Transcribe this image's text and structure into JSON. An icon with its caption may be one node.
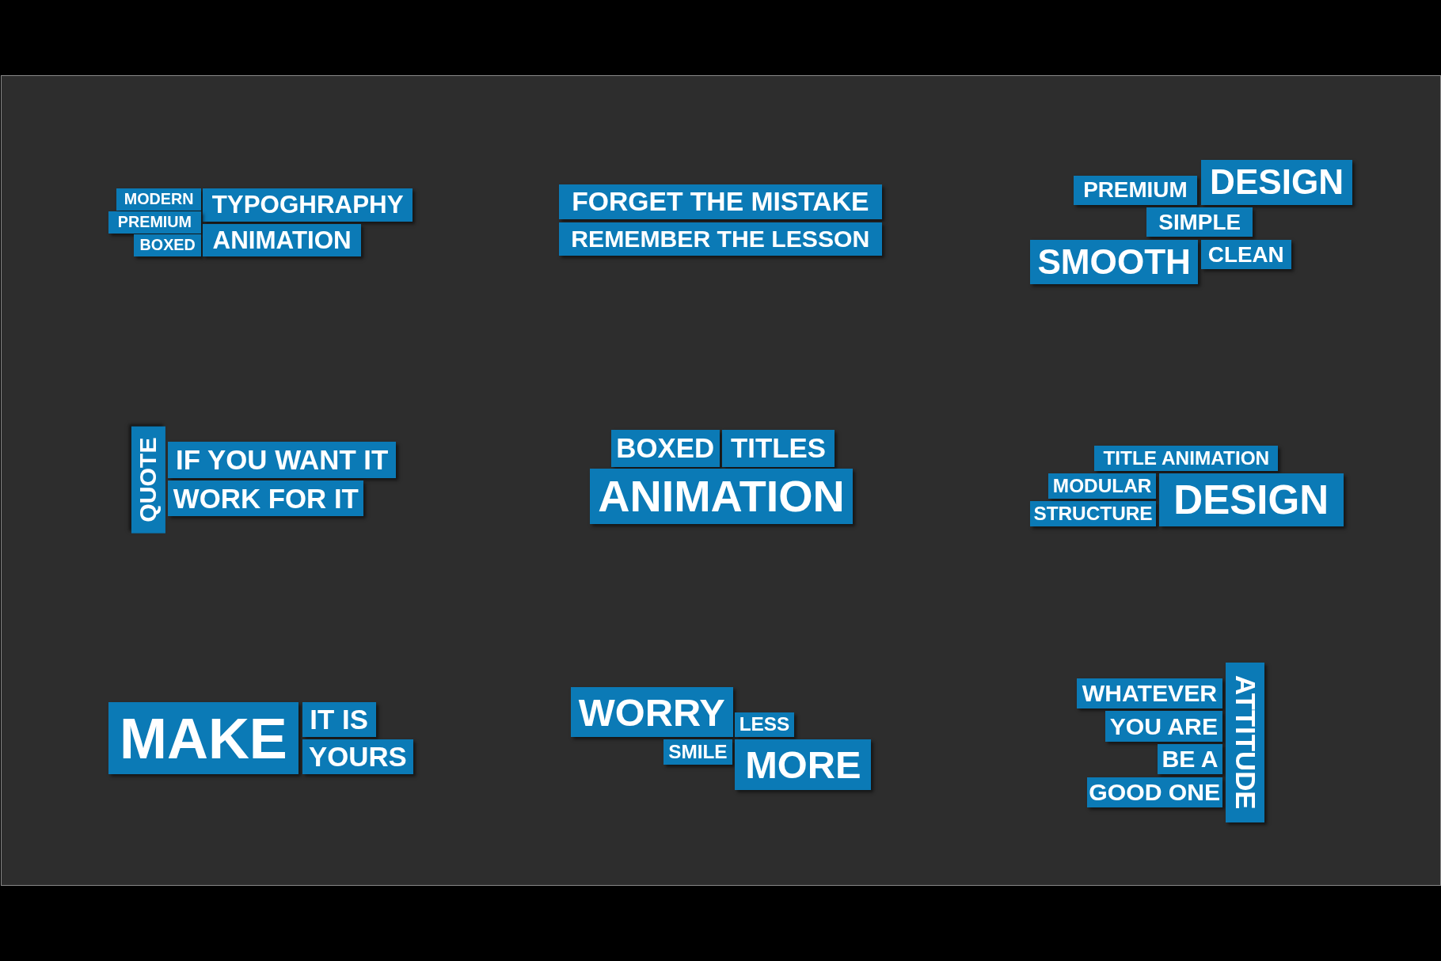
{
  "diagram": {
    "nodes": [
      {
        "text": [
          "MODERN"
        ]
      },
      {
        "text": [
          "TYPOGHRAPHY"
        ]
      },
      {
        "text": [
          "PREMIUM"
        ]
      },
      {
        "text": [
          "BOXED"
        ]
      },
      {
        "text": [
          "ANIMATION"
        ]
      },
      {
        "text": [
          "FORGET THE MISTAKE"
        ]
      },
      {
        "text": [
          "REMEMBER THE LESSON"
        ]
      },
      {
        "text": [
          "PREMIUM"
        ]
      },
      {
        "text": [
          "DESIGN"
        ]
      },
      {
        "text": [
          "SIMPLE"
        ]
      },
      {
        "text": [
          "SMOOTH"
        ]
      },
      {
        "text": [
          "CLEAN"
        ]
      },
      {
        "text": [
          "QUOTE"
        ]
      },
      {
        "text": [
          "IF YOU WANT IT"
        ]
      },
      {
        "text": [
          "WORK FOR IT"
        ]
      },
      {
        "text": [
          "BOXED"
        ]
      },
      {
        "text": [
          "TITLES"
        ]
      },
      {
        "text": [
          "ANIMATION"
        ]
      },
      {
        "text": [
          "TITLE ANIMATION"
        ]
      },
      {
        "text": [
          "MODULAR"
        ]
      },
      {
        "text": [
          "STRUCTURE"
        ]
      },
      {
        "text": [
          "DESIGN"
        ]
      },
      {
        "text": [
          "MAKE"
        ]
      },
      {
        "text": [
          "IT IS"
        ]
      },
      {
        "text": [
          "YOURS"
        ]
      },
      {
        "text": [
          "WORRY"
        ]
      },
      {
        "text": [
          "LESS"
        ]
      },
      {
        "text": [
          "SMILE"
        ]
      },
      {
        "text": [
          "MORE"
        ]
      },
      {
        "text": [
          "WHATEVER"
        ]
      },
      {
        "text": [
          "YOU ARE"
        ]
      },
      {
        "text": [
          "BE A"
        ]
      },
      {
        "text": [
          "GOOD ONE"
        ]
      },
      {
        "text": [
          "ATTITUDE"
        ]
      }
    ]
  }
}
